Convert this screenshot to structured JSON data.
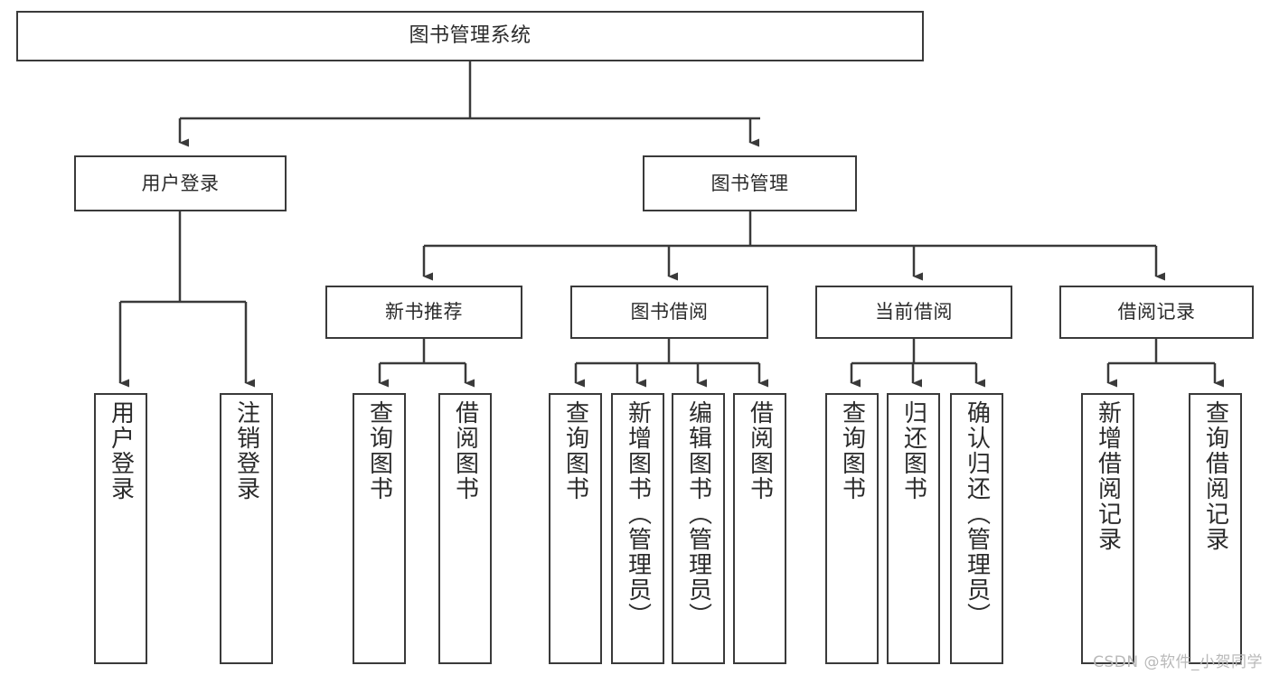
{
  "diagram": {
    "title": "图书管理系统",
    "type": "tree-flowchart",
    "orientation": "top-down",
    "colors": {
      "box_border": "#3a3a3a",
      "box_fill": "#ffffff",
      "connector": "#3a3a3a",
      "text": "#2b2b2b",
      "watermark": "#b9b9b9",
      "background": "#ffffff"
    },
    "nodes": {
      "root": {
        "label": "图书管理系统"
      },
      "level1": [
        {
          "id": "user-login",
          "label": "用户登录"
        },
        {
          "id": "book-management",
          "label": "图书管理"
        }
      ],
      "level2": [
        {
          "id": "new-book-recommend",
          "label": "新书推荐"
        },
        {
          "id": "book-borrow",
          "label": "图书借阅"
        },
        {
          "id": "current-borrow",
          "label": "当前借阅"
        },
        {
          "id": "borrow-record",
          "label": "借阅记录"
        }
      ],
      "leaves": {
        "user-login": [
          {
            "id": "leaf-user-login",
            "label": "用户登录"
          },
          {
            "id": "leaf-logout-login",
            "label": "注销登录"
          }
        ],
        "new-book-recommend": [
          {
            "id": "leaf-query-book-1",
            "label": "查询图书"
          },
          {
            "id": "leaf-borrow-book-1",
            "label": "借阅图书"
          }
        ],
        "book-borrow": [
          {
            "id": "leaf-query-book-2",
            "label": "查询图书"
          },
          {
            "id": "leaf-add-book",
            "label": "新增图书（管理员）"
          },
          {
            "id": "leaf-edit-book",
            "label": "编辑图书（管理员）"
          },
          {
            "id": "leaf-borrow-book-2",
            "label": "借阅图书"
          }
        ],
        "current-borrow": [
          {
            "id": "leaf-query-book-3",
            "label": "查询图书"
          },
          {
            "id": "leaf-return-book",
            "label": "归还图书"
          },
          {
            "id": "leaf-confirm-return",
            "label": "确认归还（管理员）"
          }
        ],
        "borrow-record": [
          {
            "id": "leaf-add-record",
            "label": "新增借阅记录"
          },
          {
            "id": "leaf-query-record",
            "label": "查询借阅记录"
          }
        ]
      }
    },
    "watermark": "CSDN @软件_小贺同学"
  }
}
